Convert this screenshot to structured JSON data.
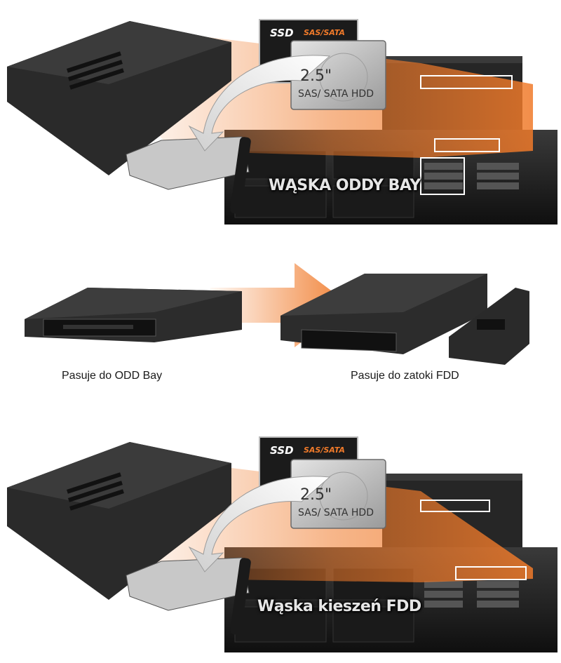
{
  "top_panel": {
    "ssd_label": "SSD",
    "ssd_interface": "SAS/SATA",
    "hdd_size": "2.5\"",
    "hdd_interface": "SAS/ SATA HDD",
    "overlay_label": "WĄSKA ODDY BAY"
  },
  "middle_panel": {
    "caption_left": "Pasuje do ODD Bay",
    "caption_right": "Pasuje do zatoki FDD"
  },
  "bottom_panel": {
    "ssd_label": "SSD",
    "ssd_interface": "SAS/SATA",
    "hdd_size": "2.5\"",
    "hdd_interface": "SAS/ SATA HDD",
    "overlay_label": "Wąska kieszeń FDD"
  },
  "colors": {
    "accent_orange": "#f07a2a",
    "device_black": "#222222",
    "hdd_silver": "#c9c9c9"
  }
}
